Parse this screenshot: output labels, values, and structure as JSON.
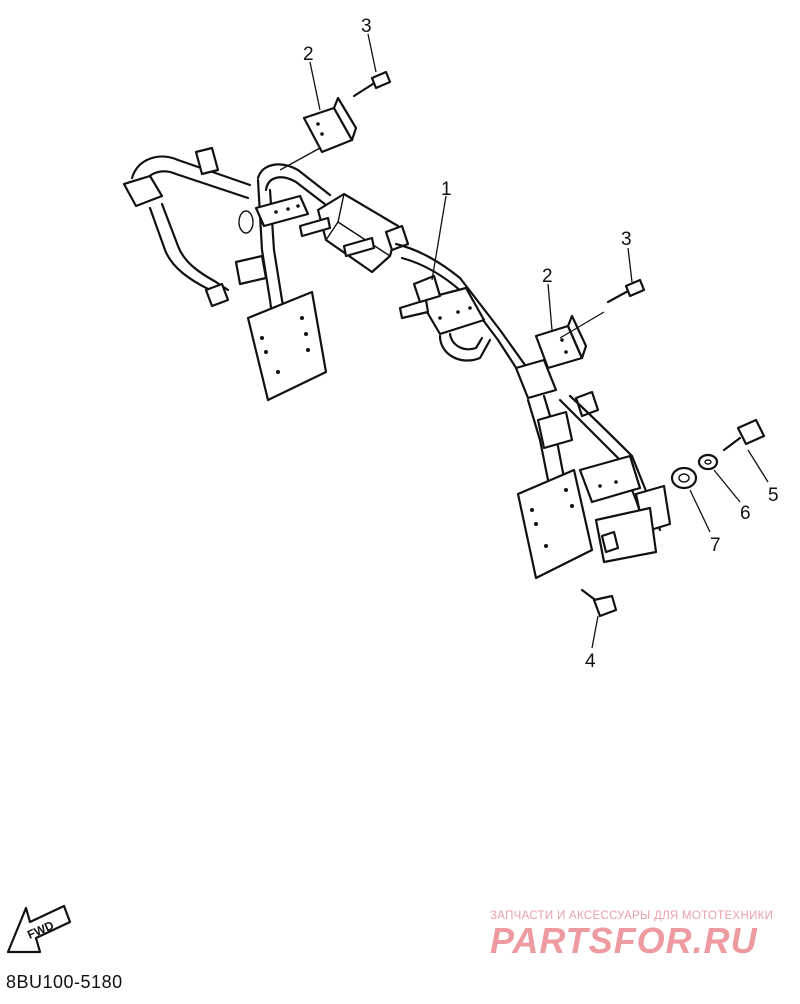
{
  "diagram": {
    "code": "8BU100-5180",
    "callouts": [
      {
        "id": "callout-1",
        "label": "1"
      },
      {
        "id": "callout-2a",
        "label": "2"
      },
      {
        "id": "callout-2b",
        "label": "2"
      },
      {
        "id": "callout-3a",
        "label": "3"
      },
      {
        "id": "callout-3b",
        "label": "3"
      },
      {
        "id": "callout-4",
        "label": "4"
      },
      {
        "id": "callout-5",
        "label": "5"
      },
      {
        "id": "callout-6",
        "label": "6"
      },
      {
        "id": "callout-7",
        "label": "7"
      }
    ],
    "fwd_arrow": {
      "label": "FWD",
      "icon": "fwd-arrow-icon"
    }
  },
  "watermark": {
    "subtitle": "ЗАПЧАСТИ И АКСЕССУАРЫ ДЛЯ МОТОТЕХНИКИ",
    "brand": "PARTSFOR.RU",
    "color": "#ee9aa1"
  }
}
